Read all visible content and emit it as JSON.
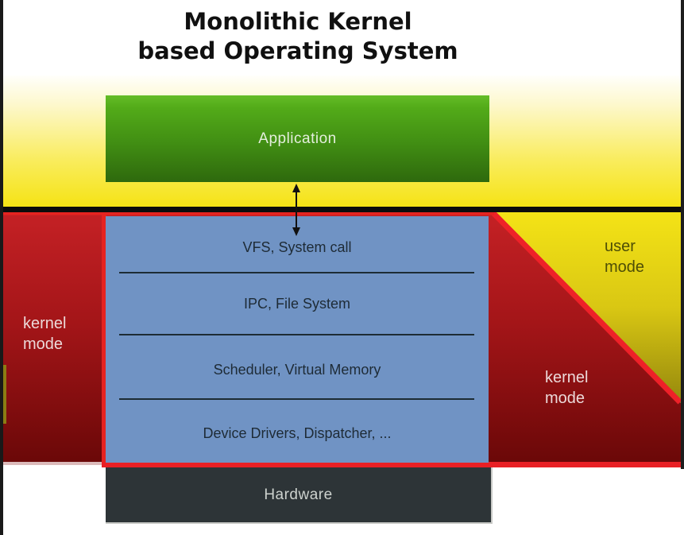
{
  "title": {
    "line1": "Monolithic Kernel",
    "line2": "based Operating System"
  },
  "application": {
    "label": "Application"
  },
  "kernel_stack": {
    "layers": [
      "VFS, System call",
      "IPC, File System",
      "Scheduler, Virtual Memory",
      "Device Drivers, Dispatcher, ..."
    ]
  },
  "hardware": {
    "label": "Hardware"
  },
  "user_mode_label": {
    "line1": "user",
    "line2": "mode"
  },
  "kernel_mode_left_label": {
    "line1": "kernel",
    "line2": "mode"
  },
  "kernel_mode_right_label": {
    "line1": "kernel",
    "line2": "mode"
  },
  "colors": {
    "user_mode_yellow": "#f5e315",
    "kernel_mode_dark_red": "#a31518",
    "highlight_red": "#ee2128",
    "application_green": "#41900f",
    "kernel_stack_blue": "#7093c4",
    "hardware_charcoal": "#2d3437",
    "separator_black": "#0c0c0c"
  }
}
